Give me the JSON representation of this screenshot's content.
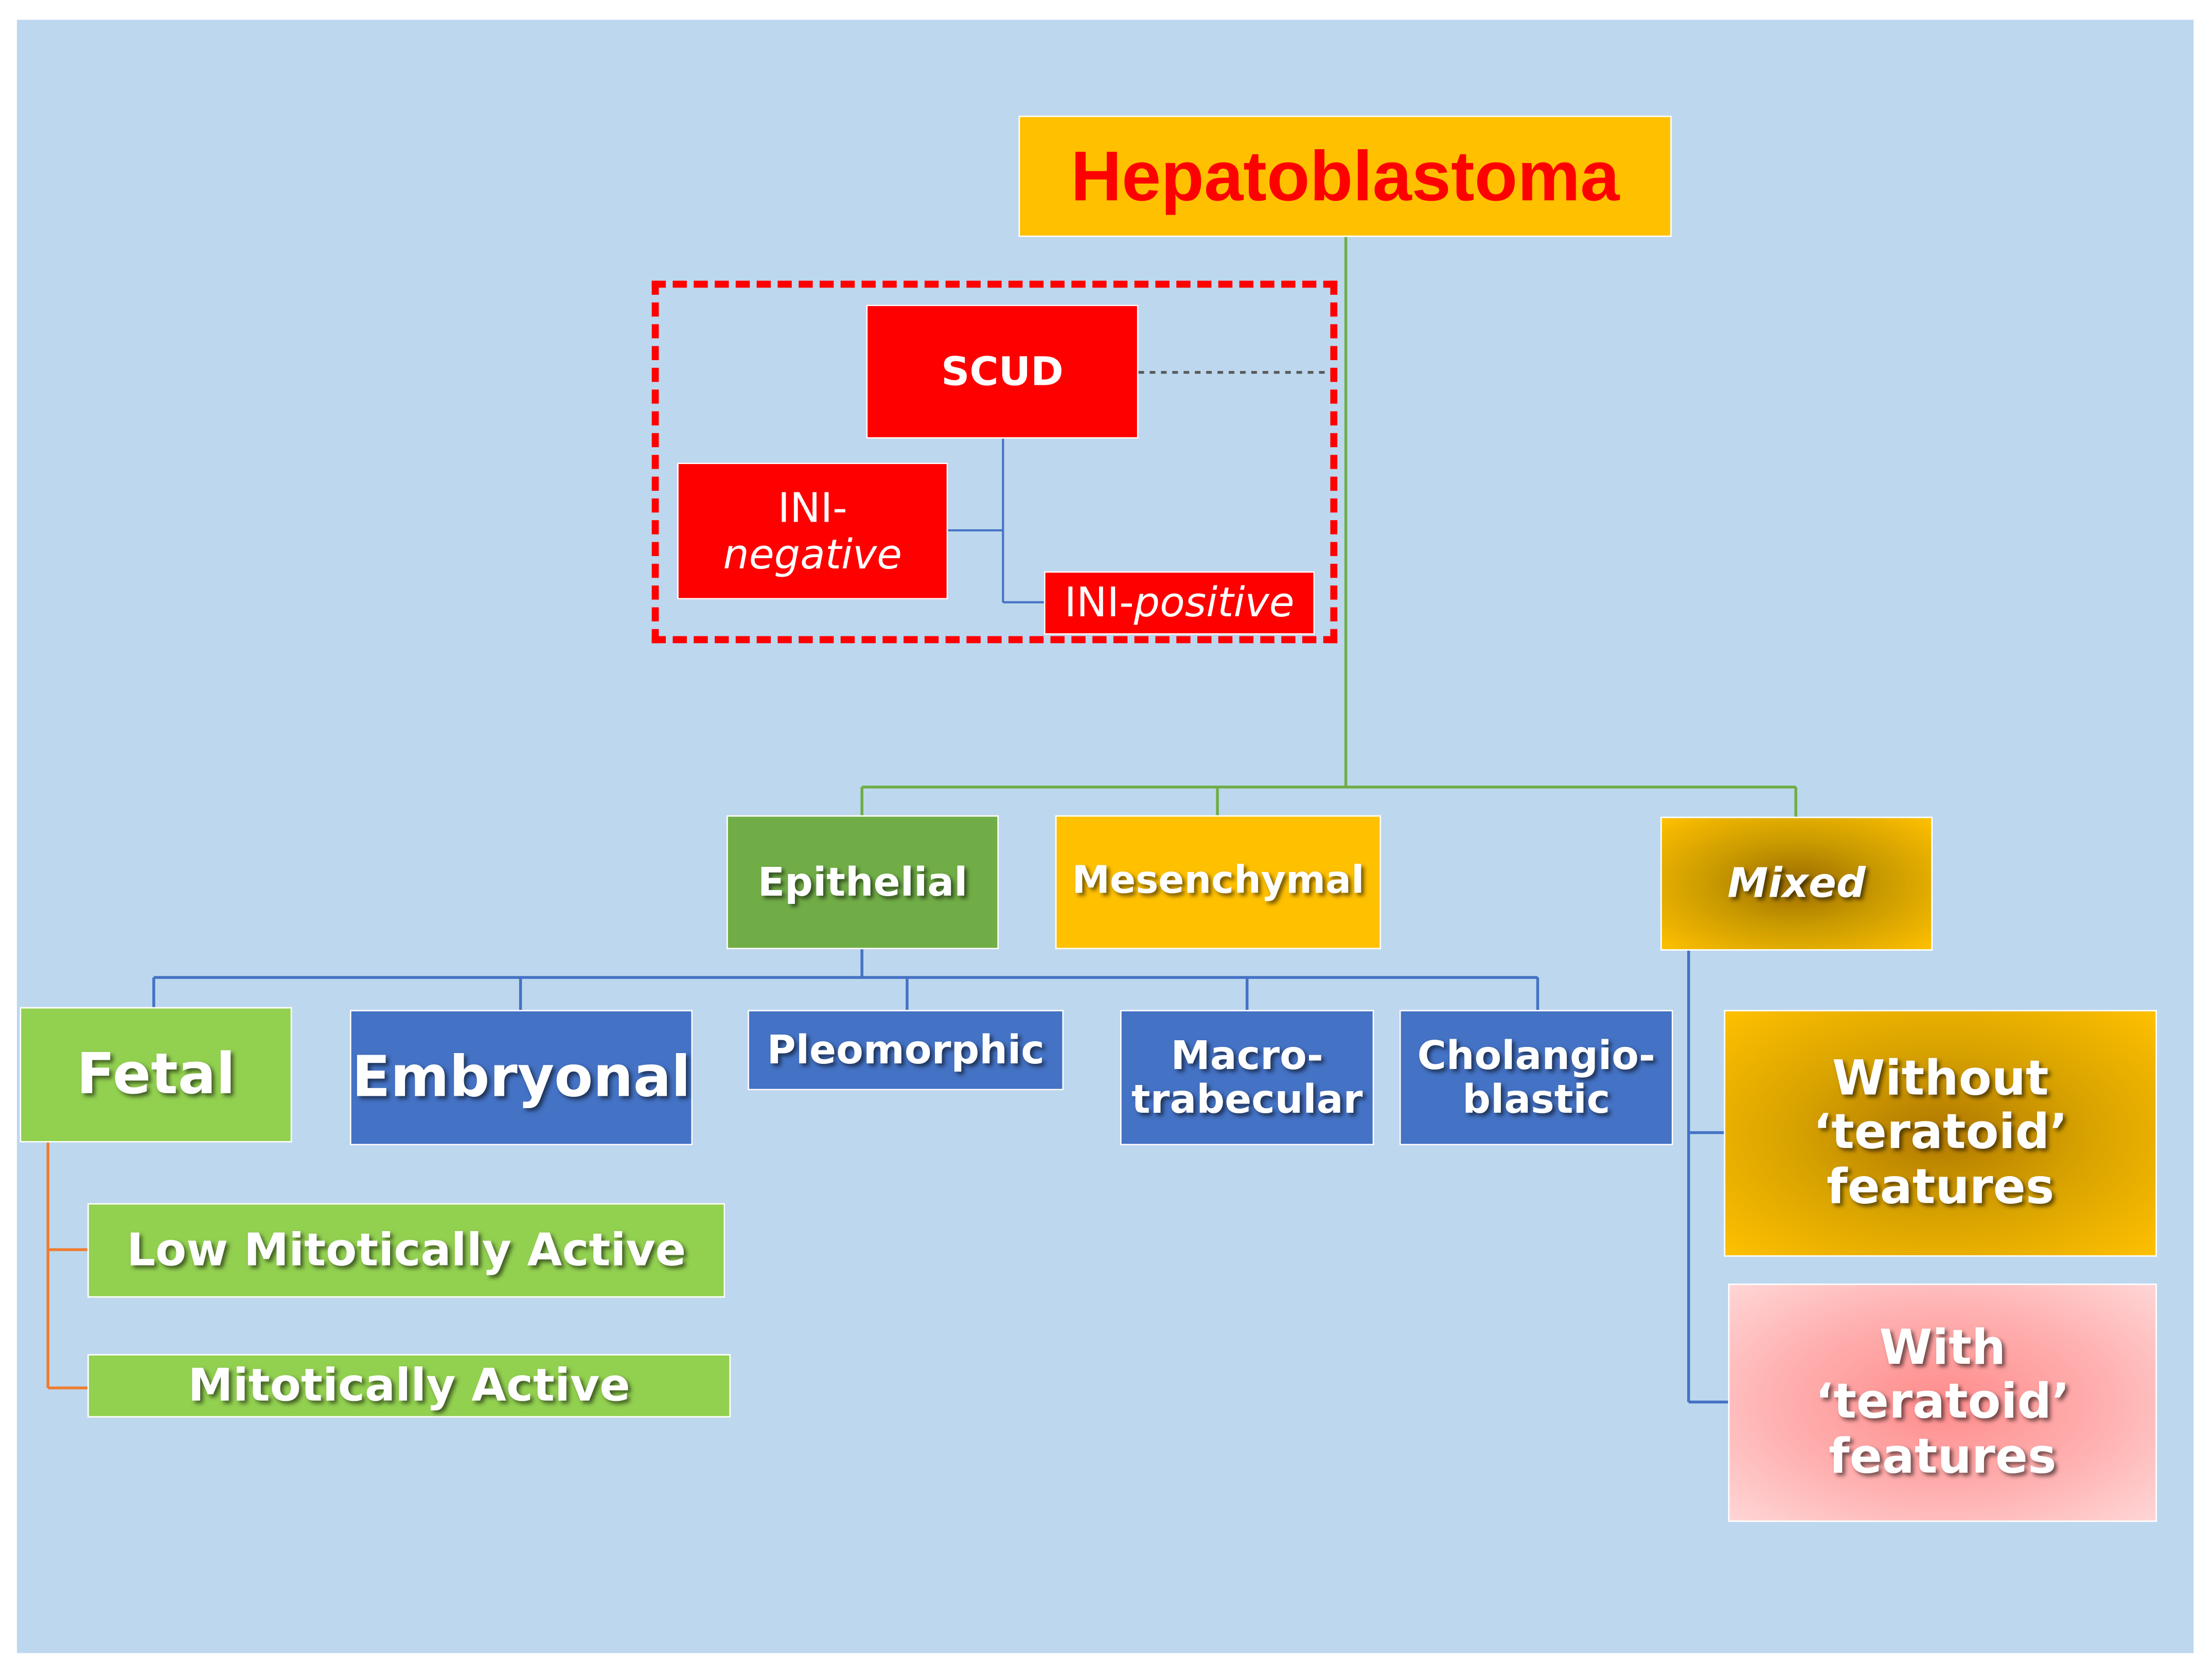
{
  "diagram": {
    "root": "Hepatoblastoma",
    "scud": {
      "label": "SCUD",
      "children": [
        {
          "line1": "INI-",
          "line2": "negative"
        },
        {
          "prefix": "INI-",
          "suffix": "positive"
        }
      ]
    },
    "categories": [
      "Epithelial",
      "Mesenchymal",
      "Mixed"
    ],
    "epithelial_subtypes": [
      "Fetal",
      "Embryonal",
      "Pleomorphic",
      "Macro-\ntrabecular",
      "Cholangio-\nblastic"
    ],
    "fetal_subtypes": [
      "Low Mitotically Active",
      "Mitotically Active"
    ],
    "mixed_subtypes": [
      "Without\n‘teratoid’\nfeatures",
      "With\n‘teratoid’\nfeatures"
    ]
  },
  "colors": {
    "background": "#bdd7ee",
    "root_fill": "#ffc000",
    "root_text": "#ff0000",
    "scud_fill": "#ff0000",
    "epithelial_fill": "#70ad47",
    "mesenchymal_fill": "#ffc000",
    "subtype_fill": "#4472c4",
    "fetal_fill": "#92d050",
    "without_teratoid_fill": "#d9a400",
    "with_teratoid_fill": "#ffb6b6",
    "dashed_frame": "#ff0000"
  }
}
